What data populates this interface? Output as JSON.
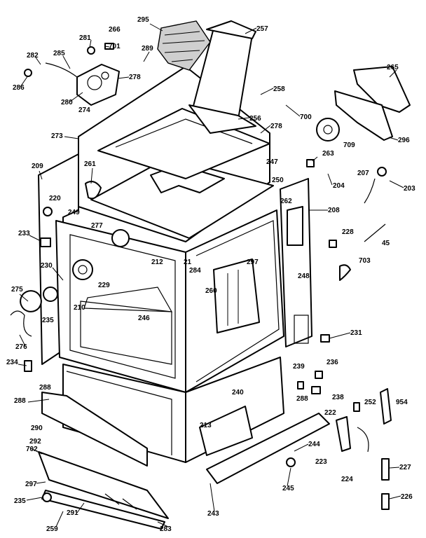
{
  "labels": [
    "266",
    "281",
    "701",
    "282",
    "285",
    "286",
    "280",
    "274",
    "278",
    "295",
    "257",
    "289",
    "258",
    "700",
    "265",
    "296",
    "709",
    "273",
    "278",
    "256",
    "261",
    "247",
    "250",
    "263",
    "204",
    "207",
    "203",
    "209",
    "220",
    "249",
    "277",
    "233",
    "262",
    "208",
    "228",
    "45",
    "212",
    "21",
    "284",
    "297",
    "230",
    "229",
    "248",
    "703",
    "275",
    "235",
    "210",
    "246",
    "260",
    "276",
    "234",
    "231",
    "236",
    "239",
    "288",
    "240",
    "238",
    "252",
    "954",
    "222",
    "213",
    "290",
    "292",
    "702",
    "244",
    "223",
    "224",
    "227",
    "297",
    "235",
    "291",
    "226",
    "245",
    "243",
    "259",
    "283"
  ],
  "numbers": [
    266,
    281,
    701,
    282,
    285,
    286,
    280,
    274,
    278,
    295,
    257,
    289,
    258,
    700,
    265,
    296,
    709,
    273,
    278,
    256,
    261,
    247,
    250,
    263,
    204,
    207,
    203,
    209,
    220,
    249,
    277,
    233,
    262,
    208,
    228,
    45,
    212,
    21,
    284,
    297,
    230,
    229,
    248,
    703,
    275,
    235,
    210,
    246,
    260,
    276,
    234,
    231,
    236,
    239,
    288,
    240,
    238,
    252,
    954,
    222,
    213,
    290,
    292,
    702,
    244,
    223,
    224,
    227,
    297,
    235,
    291,
    226,
    245,
    243,
    259,
    283
  ]
}
